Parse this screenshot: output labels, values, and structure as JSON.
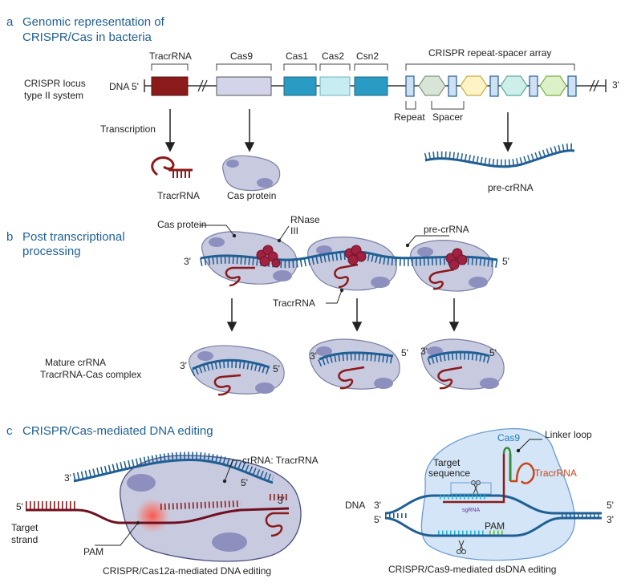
{
  "section_a": {
    "letter": "a",
    "title_line1": "Genomic representation of",
    "title_line2": "CRISPR/Cas in bacteria",
    "locus_line1": "CRISPR locus",
    "locus_line2": "type II system",
    "dna_label": "DNA 5'",
    "end_label": "3'",
    "genes": [
      "TracrRNA",
      "Cas9",
      "Cas1",
      "Cas2",
      "Csn2"
    ],
    "array_label": "CRISPR repeat-spacer array",
    "repeat_label": "Repeat",
    "spacer_label": "Spacer",
    "transcription_label": "Transcription",
    "tracrrna_product": "TracrRNA",
    "cas_protein_product": "Cas protein",
    "precrrna_product": "pre-crRNA"
  },
  "section_b": {
    "letter": "b",
    "title_line1": "Post transcriptional",
    "title_line2": "processing",
    "cas_protein_label": "Cas protein",
    "rnase_line1": "RNase",
    "rnase_line2": "III",
    "precrrna_label": "pre-crRNA",
    "tracrrna_label": "TracrRNA",
    "three_prime": "3'",
    "five_prime": "5'",
    "mature_line1": "Mature crRNA",
    "mature_line2": "TracrRNA-Cas complex"
  },
  "section_c": {
    "letter": "c",
    "title": "CRISPR/Cas-mediated DNA editing",
    "crrna_tracrrna": "crRNA: TracrRNA",
    "three_prime": "3'",
    "five_prime": "5'",
    "target_line1": "Target",
    "target_line2": "strand",
    "pam_left": "PAM",
    "caption_left": "CRISPR/Cas12a-mediated DNA editing",
    "cas9_label": "Cas9",
    "linker_loop": "Linker loop",
    "target_seq_line1": "Target",
    "target_seq_line2": "sequence",
    "tracrrna_right": "TracrRNA",
    "sgrna": "sgRNA",
    "dna_right": "DNA",
    "pam_right": "PAM",
    "caption_right": "CRISPR/Cas9-mediated dsDNA editing"
  },
  "colors": {
    "section_title": "#1f5f94",
    "rna_blue": "#1f5f94",
    "tracr_red": "#8b1a1a",
    "cas_fill": "#c8cadf",
    "tracrrna_orange": "#c8461a"
  }
}
